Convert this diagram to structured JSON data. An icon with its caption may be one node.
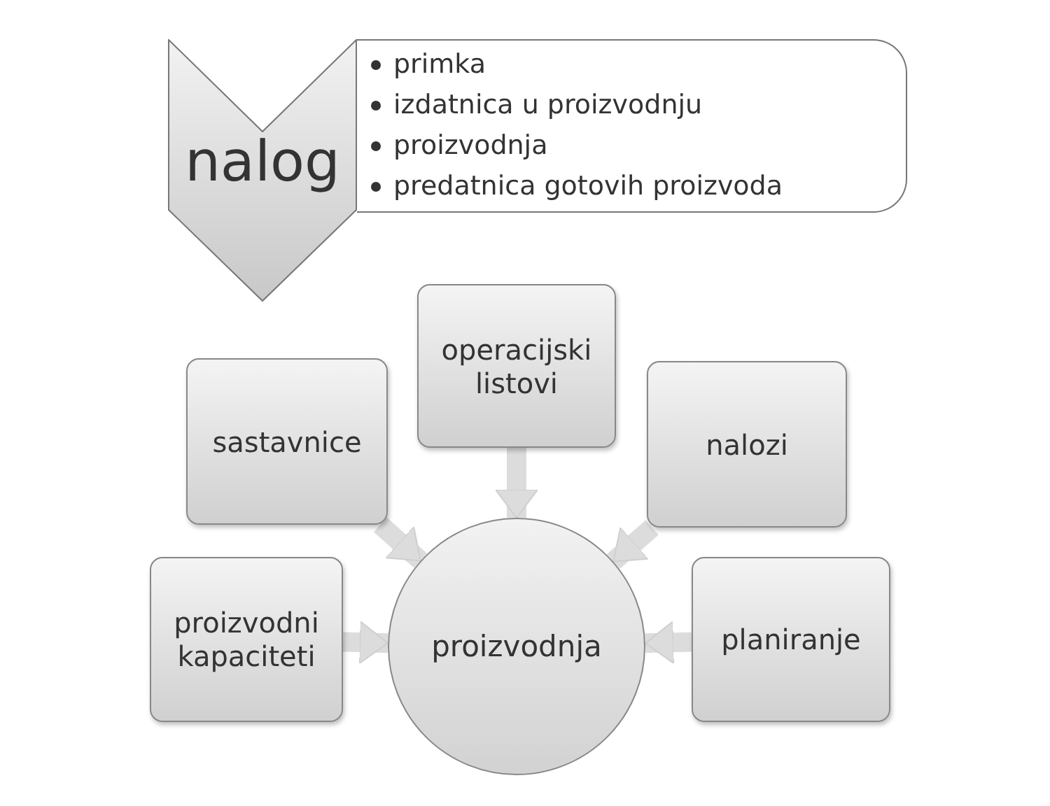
{
  "diagram": {
    "nodes": [
      {
        "text": [
          "nalog"
        ]
      },
      {
        "text": [
          "primka",
          "izdatnica u proizvodnju",
          "proizvodnja",
          "predatnica gotovih proizvoda"
        ]
      },
      {
        "text": [
          "operacijski listovi"
        ]
      },
      {
        "text": [
          "sastavnice"
        ]
      },
      {
        "text": [
          "nalozi"
        ]
      },
      {
        "text": [
          "proizvodni kapaciteti"
        ]
      },
      {
        "text": [
          "proizvodnja"
        ]
      },
      {
        "text": [
          "planiranje"
        ]
      }
    ],
    "edges": [
      {
        "from": 2,
        "to": 6,
        "arrow": "to"
      },
      {
        "from": 3,
        "to": 6,
        "arrow": "to"
      },
      {
        "from": 4,
        "to": 6,
        "arrow": "to"
      },
      {
        "from": 5,
        "to": 6,
        "arrow": "to"
      },
      {
        "from": 7,
        "to": 6,
        "arrow": "to"
      }
    ]
  }
}
